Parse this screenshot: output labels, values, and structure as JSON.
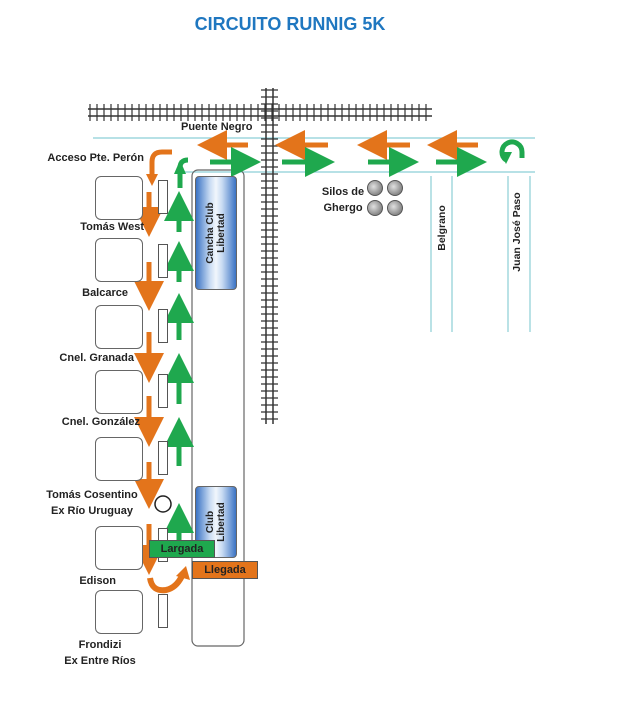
{
  "title": "CIRCUITO RUNNIG 5K",
  "colors": {
    "title": "#1f77c0",
    "outbound_arrow": "#e3741b",
    "return_arrow": "#1fa84e",
    "road_line": "#8ccfd6",
    "start_badge": "#1fa84e",
    "finish_badge": "#e3741b"
  },
  "streets": {
    "top_road": "Puente Negro",
    "acceso": "Acceso Pte. Perón",
    "tomas_west": "Tomás West",
    "balcarce": "Balcarce",
    "granada": "Cnel. Granada",
    "gonzalez": "Cnel. González",
    "cosentino_1": "Tomás Cosentino",
    "cosentino_2": "Ex Río Uruguay",
    "edison": "Edison",
    "frondizi_1": "Frondizi",
    "frondizi_2": "Ex Entre Ríos",
    "belgrano": "Belgrano",
    "juan_jose_paso": "Juan José Paso"
  },
  "landmarks": {
    "field_top_line1": "Cancha Club",
    "field_top_line2": "Libertad",
    "field_bottom_line1": "Club",
    "field_bottom_line2": "Libertad",
    "silos_line1": "Silos de",
    "silos_line2": "Ghergo"
  },
  "start_label": "Largada",
  "finish_label": "Llegada"
}
